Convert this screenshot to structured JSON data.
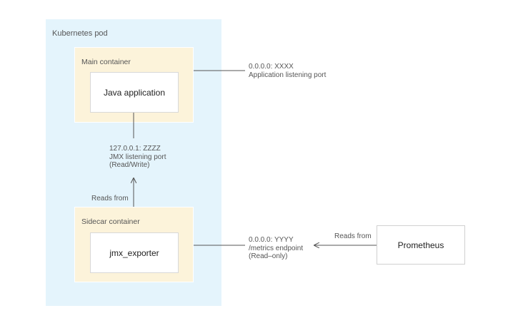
{
  "pod": {
    "label": "Kubernetes pod"
  },
  "main_container": {
    "label": "Main container",
    "app": "Java application",
    "port_note": [
      "0.0.0.0: XXXX",
      "Application listening port"
    ]
  },
  "jmx_port_note": [
    "127.0.0.1: ZZZZ",
    "JMX listening port",
    "(Read/Write)"
  ],
  "reads_from_1": "Reads from",
  "sidecar_container": {
    "label": "Sidecar container",
    "app": "jmx_exporter",
    "port_note": [
      "0.0.0.0: YYYY",
      "/metrics endpoint",
      "(Read–only)"
    ]
  },
  "reads_from_2": "Reads from",
  "prometheus": {
    "label": "Prometheus"
  },
  "colors": {
    "pod_bg": "#e4f4fc",
    "container_bg": "#fcf3da",
    "line": "#555555"
  }
}
